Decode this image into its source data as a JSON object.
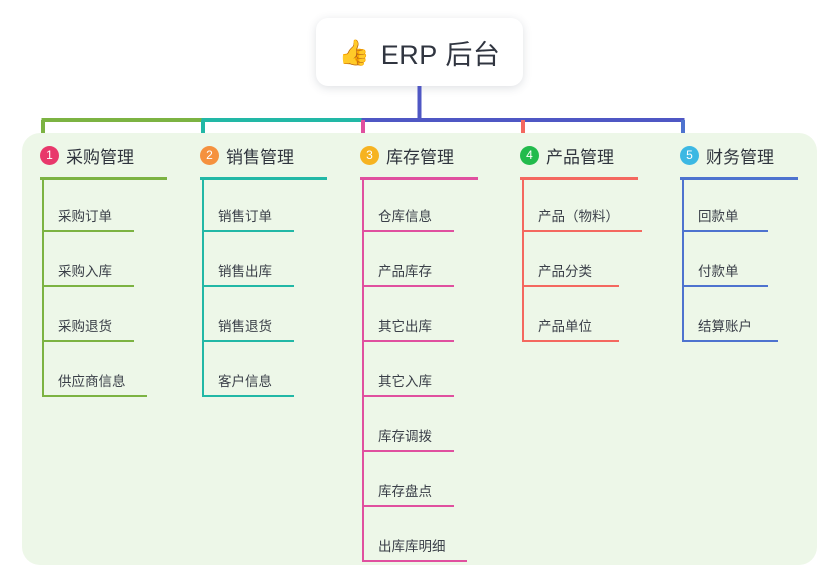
{
  "root": {
    "icon": "thumbs-up-icon",
    "emoji": "👍",
    "title": "ERP 后台"
  },
  "theme": {
    "page_background": "#ffffff",
    "panel_background": "#edf7e8",
    "root_stem_color": "#4f57c4",
    "text_color": "#3a3f48"
  },
  "branches": [
    {
      "number": "1",
      "label": "采购管理",
      "badge_color": "#e8386b",
      "line_color": "#7cb342",
      "items": [
        {
          "label": "采购订单",
          "rule_width": 92
        },
        {
          "label": "采购入库",
          "rule_width": 92
        },
        {
          "label": "采购退货",
          "rule_width": 92
        },
        {
          "label": "供应商信息",
          "rule_width": 105
        }
      ]
    },
    {
      "number": "2",
      "label": "销售管理",
      "badge_color": "#f5913e",
      "line_color": "#22b8a6",
      "items": [
        {
          "label": "销售订单",
          "rule_width": 92
        },
        {
          "label": "销售出库",
          "rule_width": 92
        },
        {
          "label": "销售退货",
          "rule_width": 92
        },
        {
          "label": "客户信息",
          "rule_width": 92
        }
      ]
    },
    {
      "number": "3",
      "label": "库存管理",
      "badge_color": "#f6b321",
      "line_color": "#e0509f",
      "items": [
        {
          "label": "仓库信息",
          "rule_width": 92
        },
        {
          "label": "产品库存",
          "rule_width": 92
        },
        {
          "label": "其它出库",
          "rule_width": 92
        },
        {
          "label": "其它入库",
          "rule_width": 92
        },
        {
          "label": "库存调拨",
          "rule_width": 92
        },
        {
          "label": "库存盘点",
          "rule_width": 92
        },
        {
          "label": "出库库明细",
          "rule_width": 105
        }
      ]
    },
    {
      "number": "4",
      "label": "产品管理",
      "badge_color": "#22bb4c",
      "line_color": "#f4685f",
      "items": [
        {
          "label": "产品（物料）",
          "rule_width": 120
        },
        {
          "label": "产品分类",
          "rule_width": 97
        },
        {
          "label": "产品单位",
          "rule_width": 97
        }
      ]
    },
    {
      "number": "5",
      "label": "财务管理",
      "badge_color": "#3cb8e3",
      "line_color": "#4e73cf",
      "items": [
        {
          "label": "回款单",
          "rule_width": 86
        },
        {
          "label": "付款单",
          "rule_width": 86
        },
        {
          "label": "结算账户",
          "rule_width": 96
        }
      ]
    }
  ]
}
